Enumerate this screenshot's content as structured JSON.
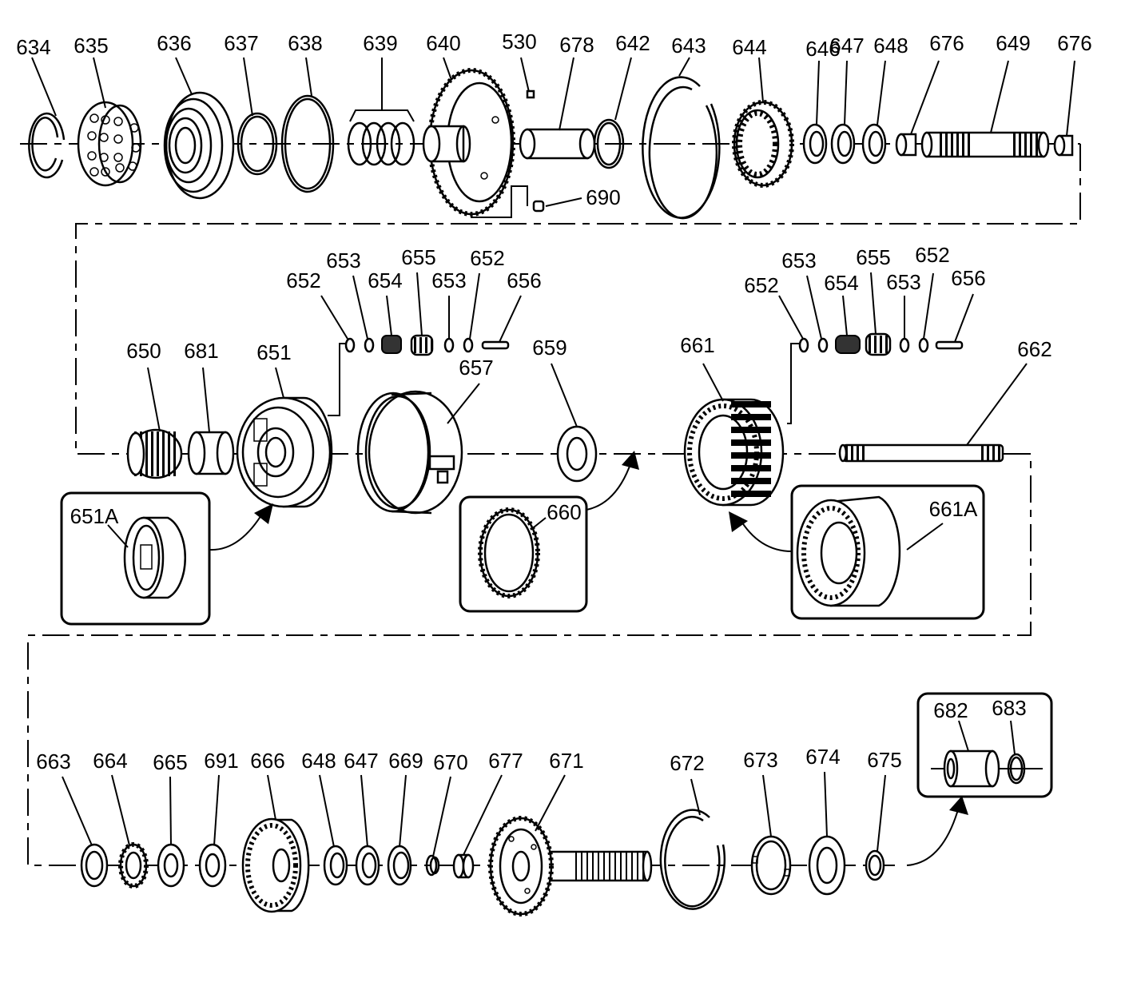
{
  "diagram": {
    "row1_labels": [
      "634",
      "635",
      "636",
      "637",
      "638",
      "639",
      "640",
      "530",
      "678",
      "642",
      "643",
      "644",
      "646",
      "647",
      "648",
      "676",
      "649",
      "676",
      "690"
    ],
    "row2_labels": [
      "652",
      "653",
      "654",
      "655",
      "653",
      "652",
      "656",
      "650",
      "681",
      "651",
      "657",
      "659",
      "661",
      "652",
      "653",
      "654",
      "655",
      "653",
      "652",
      "656",
      "662"
    ],
    "inset_labels": [
      "651A",
      "660",
      "661A",
      "682",
      "683"
    ],
    "row3_labels": [
      "663",
      "664",
      "665",
      "691",
      "666",
      "648",
      "647",
      "669",
      "670",
      "677",
      "671",
      "672",
      "673",
      "674",
      "675"
    ]
  }
}
